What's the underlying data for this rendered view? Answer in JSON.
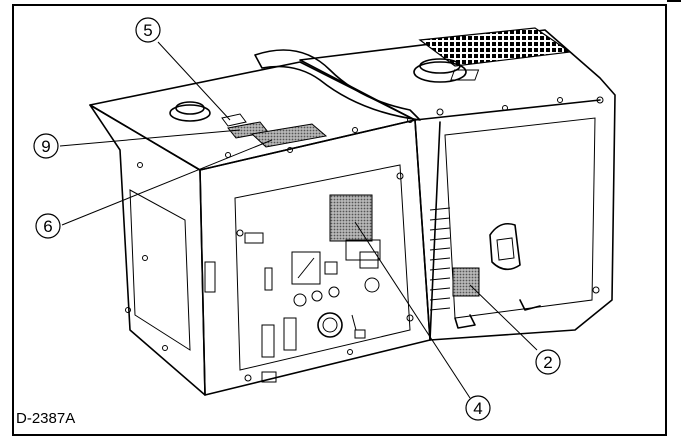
{
  "figure": {
    "code": "D-2387A",
    "callouts": [
      {
        "id": "c5",
        "label": "5"
      },
      {
        "id": "c9",
        "label": "9"
      },
      {
        "id": "c6",
        "label": "6"
      },
      {
        "id": "c4",
        "label": "4"
      },
      {
        "id": "c2",
        "label": "2"
      }
    ]
  },
  "colors": {
    "line": "#000000",
    "background": "#ffffff",
    "label_fill": "#9a9a9a"
  }
}
